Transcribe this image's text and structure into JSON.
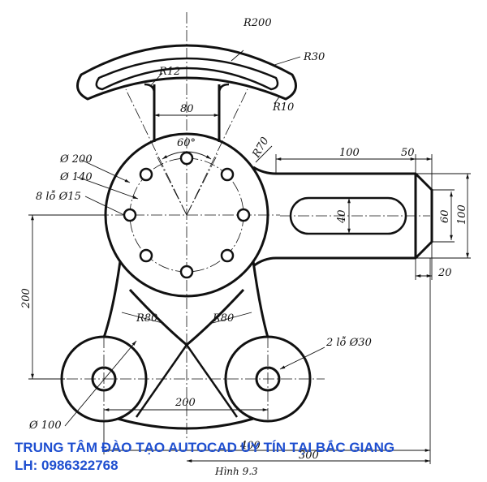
{
  "dimensions": {
    "r200": "R200",
    "r30": "R30",
    "r12": "R12",
    "r10": "R10",
    "d80": "80",
    "a60": "60°",
    "r70": "R70",
    "d100_top": "100",
    "d50": "50",
    "dia200": "Ø 200",
    "dia140": "Ø 140",
    "holes8": "8 lỗ  Ø15",
    "d40": "40",
    "d60": "60",
    "d100_right": "100",
    "d20": "20",
    "d200_left": "200",
    "r80_left": "R80",
    "r80_right": "R80",
    "holes2": "2 lỗ  Ø30",
    "d200_bottom": "200",
    "dia100": "Ø 100",
    "d300": "300",
    "d400": "400"
  },
  "banner": {
    "line1": "TRUNG TÂM ĐÀO TẠO AUTOCAD UY TÍN TẠI BẮC GIANG",
    "line2": "LH: 0986322768"
  },
  "caption": "Hình 9.3"
}
